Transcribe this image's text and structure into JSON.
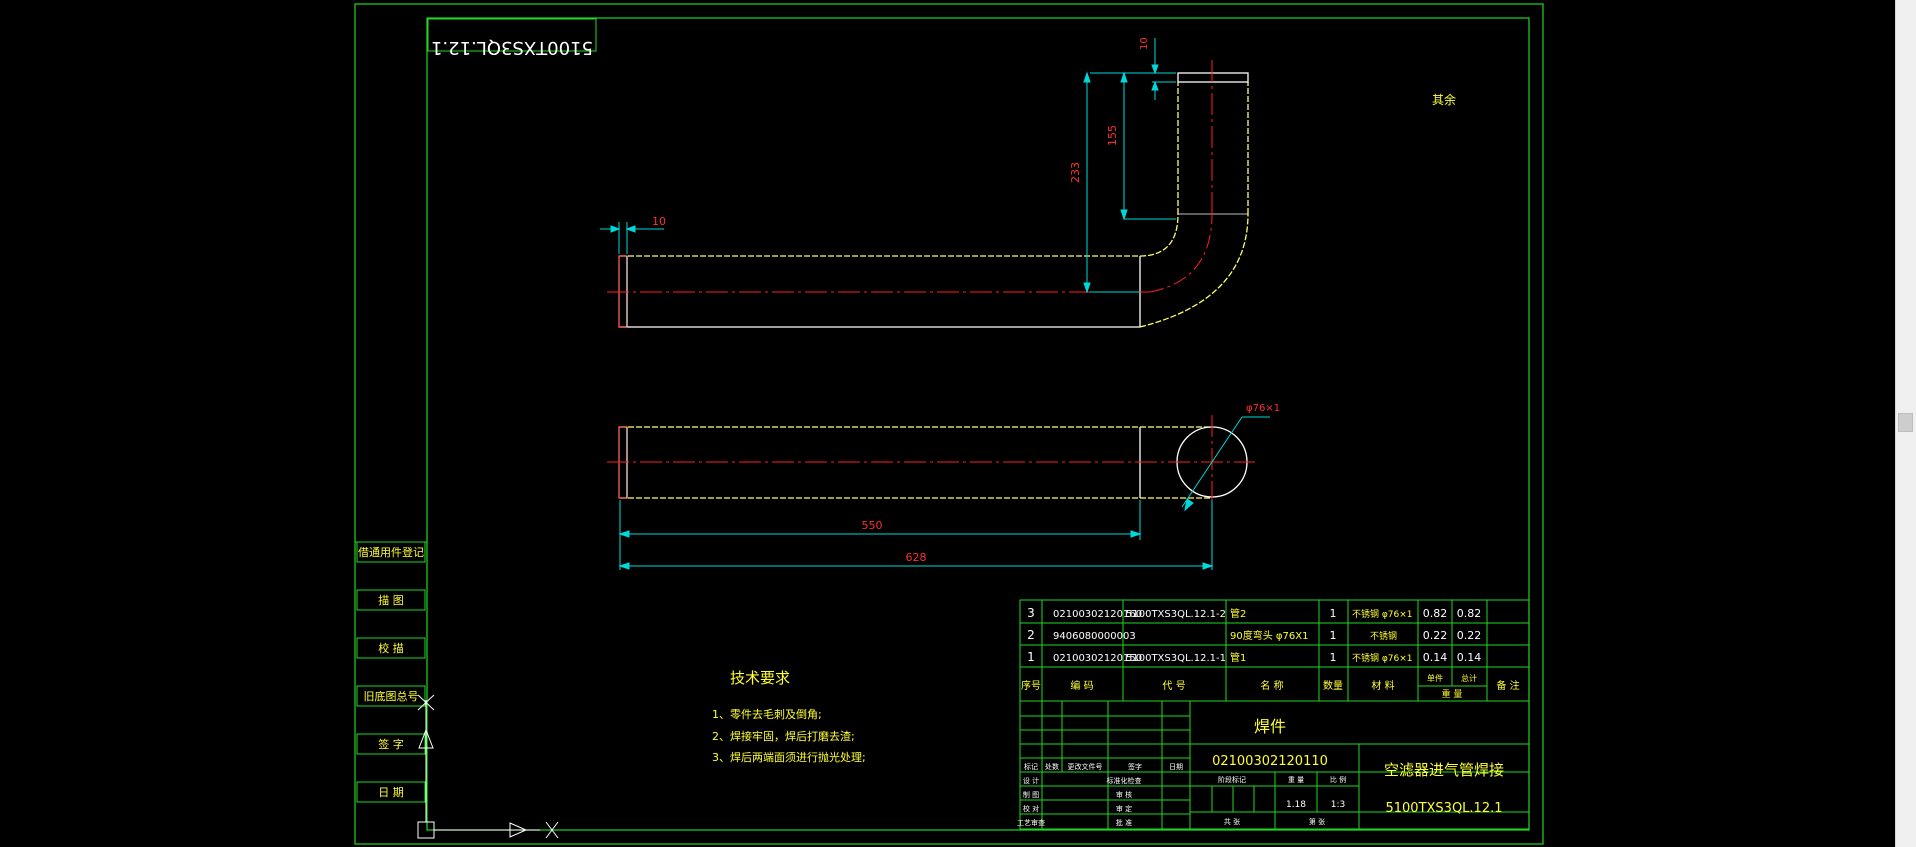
{
  "colors": {
    "frame": "#1fd81f",
    "part_line": "#ffffff",
    "hidden_line": "#ffff66",
    "center_line": "#ff2020",
    "dimension": "#00d8d8",
    "dim_text": "#ff3030",
    "table_text": "#ffffff",
    "title_text": "#ffff33"
  },
  "drawing": {
    "rotated_code": "5100TXS3QL.12.1",
    "note_top_right": "其余",
    "dims": {
      "d10": "10",
      "d233": "233",
      "d155": "155",
      "d10b": "10",
      "d550": "550",
      "d628": "628",
      "dia": "φ76×1"
    }
  },
  "tech": {
    "title": "技术要求",
    "items": [
      "1、零件去毛刺及倒角;",
      "2、焊接牢固，焊后打磨去渣;",
      "3、焊后两端面须进行抛光处理;"
    ]
  },
  "side_labels": [
    "借通用件登记",
    "描  图",
    "校  描",
    "旧底图总号",
    "签  字",
    "日  期"
  ],
  "bom": {
    "rows": [
      {
        "no": "3",
        "code": "02100302120160",
        "drawing_no": "5100TXS3QL.12.1-2",
        "name": "管2",
        "qty": "1",
        "material": "不锈钢 φ76×1",
        "unit_wt": "0.82",
        "total_wt": "0.82"
      },
      {
        "no": "2",
        "code": "9406080000003",
        "drawing_no": "",
        "name": "90度弯头 φ76X1",
        "qty": "1",
        "material": "不锈钢",
        "unit_wt": "0.22",
        "total_wt": "0.22"
      },
      {
        "no": "1",
        "code": "02100302120150",
        "drawing_no": "5100TXS3QL.12.1-1",
        "name": "管1",
        "qty": "1",
        "material": "不锈钢 φ76×1",
        "unit_wt": "0.14",
        "total_wt": "0.14"
      }
    ],
    "header": {
      "no": "序号",
      "code": "编    码",
      "drawing_no": "代    号",
      "name": "名    称",
      "qty": "数量",
      "material": "材    料",
      "unit": "单件",
      "total": "总计",
      "weight": "重    量",
      "remark": "备  注"
    }
  },
  "title_block": {
    "part_type": "焊件",
    "part_code": "02100302120110",
    "part_name": "空滤器进气管焊接",
    "drawing_no": "5100TXS3QL.12.1",
    "weight": "1.18",
    "scale": "1:3",
    "labels": {
      "mark": "标记",
      "count": "处数",
      "change_doc": "更改文件号",
      "sign": "签字",
      "date": "日期",
      "design": "设 计",
      "draw": "制 图",
      "check": "校 对",
      "review": "审 核",
      "process": "工艺审查",
      "std": "标准化检查",
      "approve": "审 定",
      "approve2": "批 准",
      "stage": "阶段标记",
      "wt": "重 量",
      "ratio": "比 例",
      "sheet_total": "共  张",
      "sheet_no": "第  张"
    }
  }
}
